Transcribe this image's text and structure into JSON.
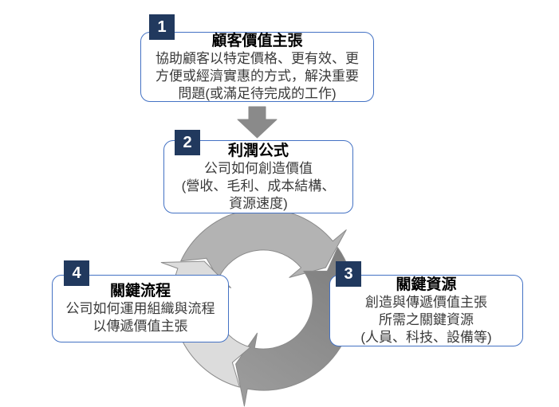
{
  "diagram": {
    "boxes": [
      {
        "num": "1",
        "title": "顧客價值主張",
        "body": "協助顧客以特定價格、更有效、更\n方便或經濟實惠的方式，解決重要\n問題(或滿足待完成的工作)"
      },
      {
        "num": "2",
        "title": "利潤公式",
        "body": "公司如何創造價值\n(營收、毛利、成本結構、\n資源速度)"
      },
      {
        "num": "3",
        "title": "關鍵資源",
        "body": "創造與傳遞價值主張\n所需之關鍵資源\n(人員、科技、設備等)"
      },
      {
        "num": "4",
        "title": "關鍵流程",
        "body": "公司如何運用組織與流程\n以傳遞價值主張"
      }
    ],
    "colors": {
      "background": "#FFFFFF",
      "badge_bg": "#21395E",
      "badge_text": "#FFFFFF",
      "box_border": "#4472C4",
      "box_bg": "#FFFFFF",
      "title_text": "#000000",
      "body_text": "#3A3A3A",
      "down_arrow": "#8A8A8A",
      "cycle_top": "#B3B3B3",
      "cycle_right_dark": "#7E7E7E",
      "cycle_right_light": "#9C9C9C",
      "cycle_left": "#DCDCDC",
      "cycle_outline": "#8A8A8A"
    }
  }
}
